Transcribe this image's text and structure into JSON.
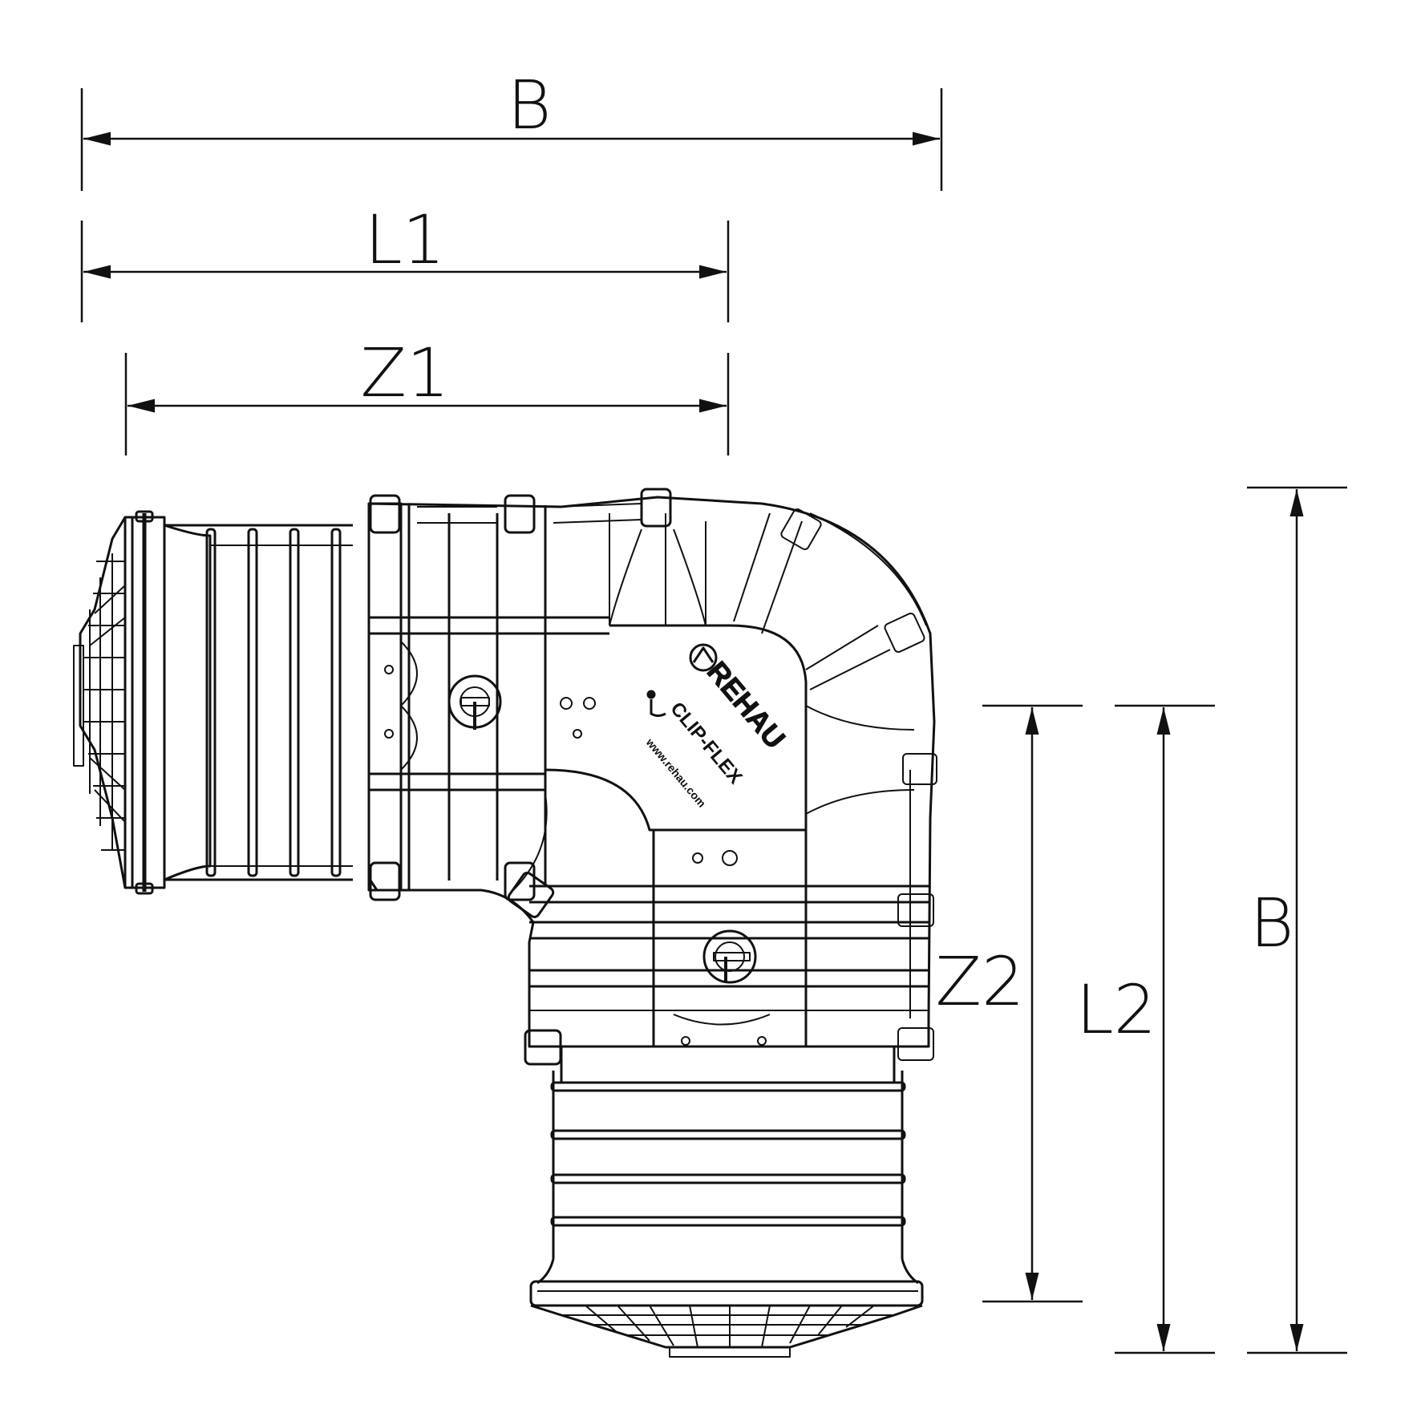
{
  "dimensions": {
    "top_overall": "B",
    "length_1": "L1",
    "z_1": "Z1",
    "right_overall": "B",
    "length_2": "L2",
    "z_2": "Z2"
  },
  "product_marking": {
    "brand": "REHAU",
    "product": "CLIP-FLEX",
    "website": "www.rehau.com"
  },
  "colors": {
    "line": "#111111",
    "background": "#ffffff"
  }
}
